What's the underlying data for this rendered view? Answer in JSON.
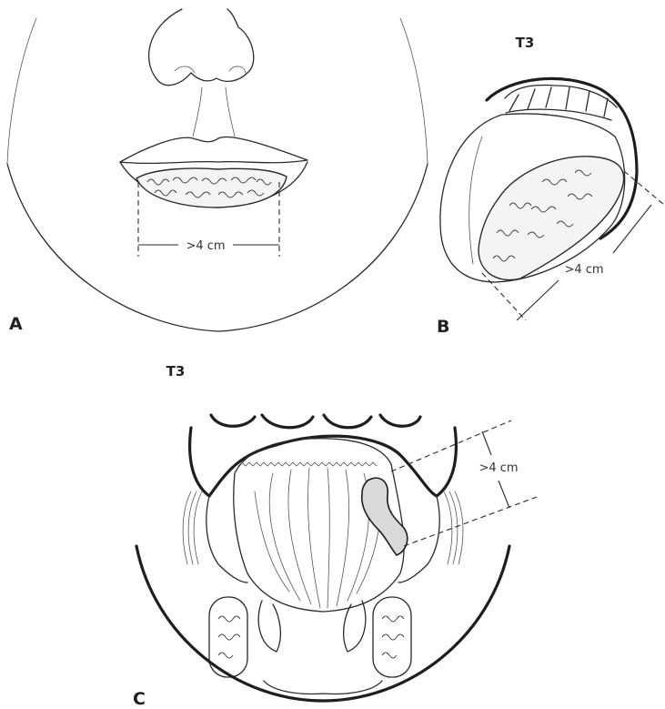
{
  "panels": {
    "a": {
      "letter": "A",
      "measurement": ">4 cm"
    },
    "b": {
      "letter": "B",
      "stage": "T3",
      "measurement": ">4 cm"
    },
    "c": {
      "letter": "C",
      "stage": "T3",
      "measurement": ">4 cm"
    }
  }
}
